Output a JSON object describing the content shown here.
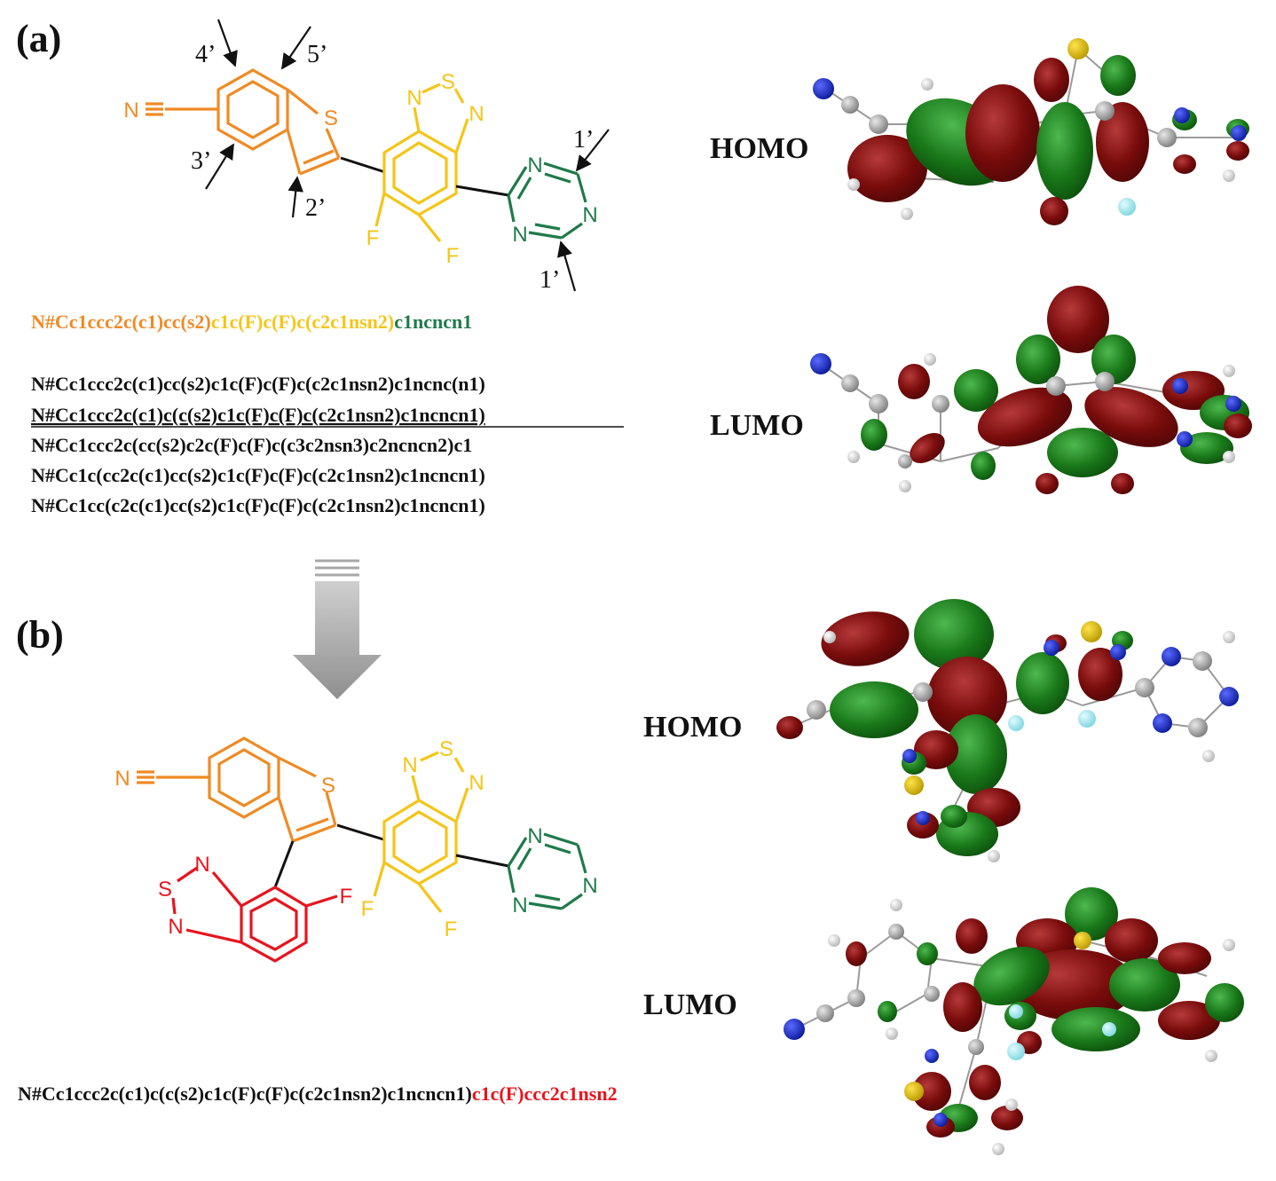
{
  "colors": {
    "benzothiophene": "#f08a24",
    "benzothiadiazole": "#f5c518",
    "triazine": "#1f7a4a",
    "added_fragment": "#e8141e",
    "text": "#111111",
    "orbital_positive": "#7a0c0c",
    "orbital_negative": "#1a7a1a",
    "arrow_gray": "#9a9a9a"
  },
  "panel_a": {
    "label": "(a)",
    "atoms": {
      "nitrile_n": "N",
      "thiophene_s": "S",
      "thiadiazole_s": "S",
      "thiadiazole_n1": "N",
      "thiadiazole_n2": "N",
      "fluorine_1": "F",
      "fluorine_2": "F",
      "triazine_n1": "N",
      "triazine_n2": "N",
      "triazine_n3": "N"
    },
    "positions": {
      "p4": "4’",
      "p5": "5’",
      "p3": "3’",
      "p2": "2’",
      "p1_top": "1’",
      "p1_bottom": "1’"
    },
    "smiles_colored": {
      "seg1": "N#Cc1ccc2c(c1)cc(s2)",
      "seg2": "c1c(F)c(F)c(c2c1nsn2)",
      "seg3": "c1ncncn1"
    },
    "smiles_list": [
      "N#Cc1ccc2c(c1)cc(s2)c1c(F)c(F)c(c2c1nsn2)c1ncnc(n1)",
      "N#Cc1ccc2c(c1)c(c(s2)c1c(F)c(F)c(c2c1nsn2)c1ncncn1)",
      "N#Cc1ccc2c(cc(s2)c2c(F)c(F)c(c3c2nsn3)c2ncncn2)c1",
      "N#Cc1c(cc2c(c1)cc(s2)c1c(F)c(F)c(c2c1nsn2)c1ncncn1)",
      "N#Cc1cc(c2c(c1)cc(s2)c1c(F)c(F)c(c2c1nsn2)c1ncncn1)"
    ],
    "homo_label": "HOMO",
    "lumo_label": "LUMO"
  },
  "panel_b": {
    "label": "(b)",
    "atoms": {
      "nitrile_n": "N",
      "thiophene_s": "S",
      "thiadiazole_s": "S",
      "thiadiazole_n1": "N",
      "thiadiazole_n2": "N",
      "fluorine_1": "F",
      "fluorine_2": "F",
      "triazine_n1": "N",
      "triazine_n2": "N",
      "triazine_n3": "N",
      "red_n1": "N",
      "red_s": "S",
      "red_n2": "N",
      "red_f": "F"
    },
    "smiles_black": "N#Cc1ccc2c(c1)c(c(s2)c1c(F)c(F)c(c2c1nsn2)c1ncncn1)",
    "smiles_red": "c1c(F)ccc2c1nsn2",
    "homo_label": "HOMO",
    "lumo_label": "LUMO"
  }
}
